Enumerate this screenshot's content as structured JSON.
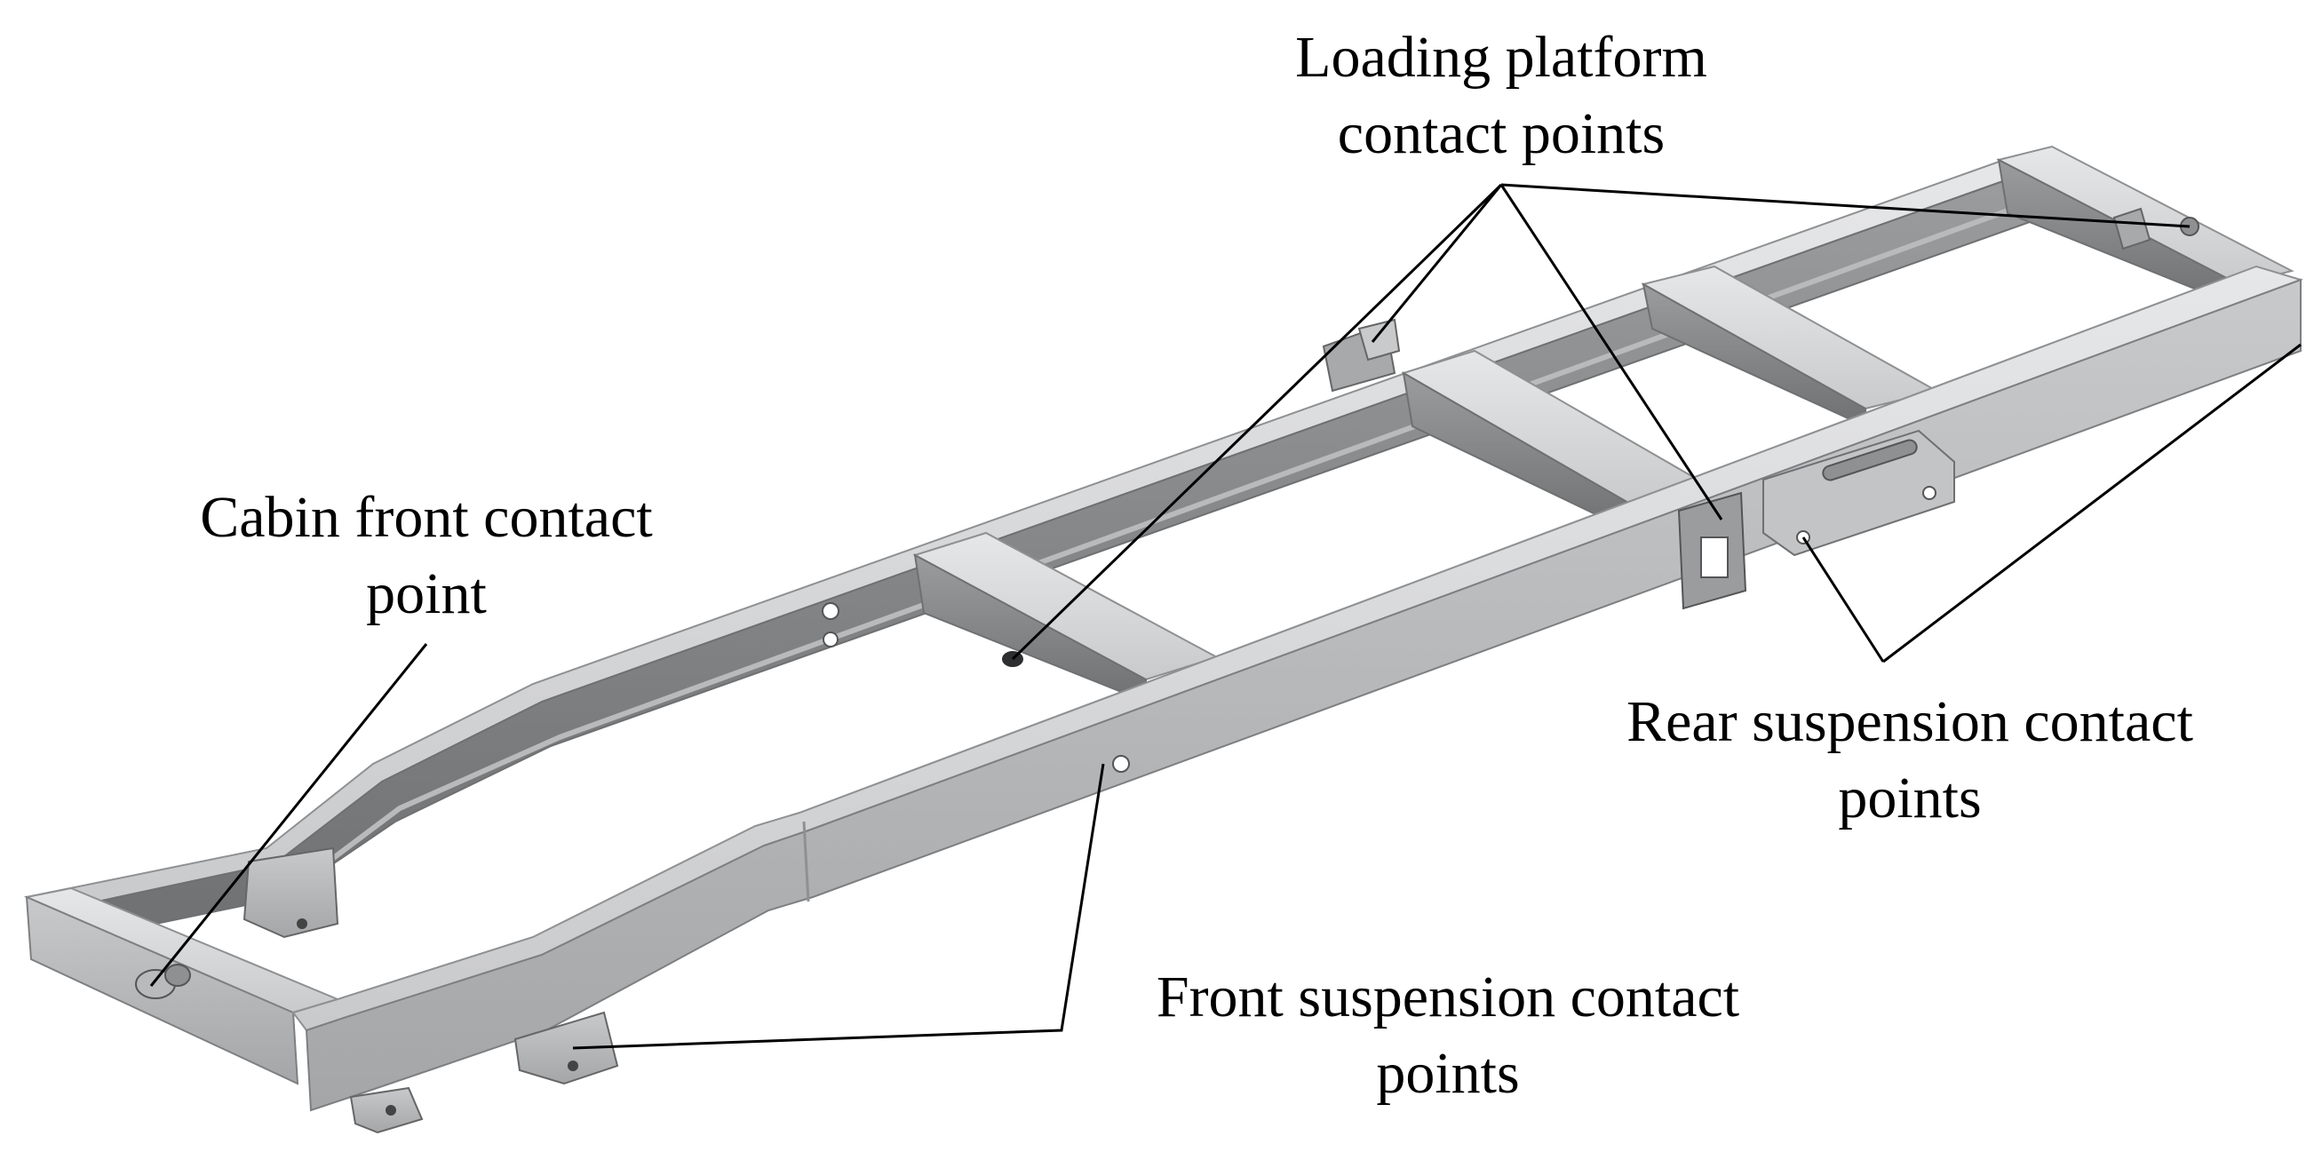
{
  "labels": {
    "loading_platform": {
      "line1": "Loading platform",
      "line2": "contact points"
    },
    "cabin_front": {
      "line1": "Cabin front contact",
      "line2": "point"
    },
    "rear_suspension": {
      "line1": "Rear suspension contact",
      "line2": "points"
    },
    "front_suspension": {
      "line1": "Front suspension contact",
      "line2": "points"
    }
  },
  "colors": {
    "frame_light": "#d9dadb",
    "frame_mid": "#b9babc",
    "frame_dark": "#8e9092",
    "frame_shadow": "#5f6163",
    "leader": "#000000",
    "text": "#000000"
  }
}
